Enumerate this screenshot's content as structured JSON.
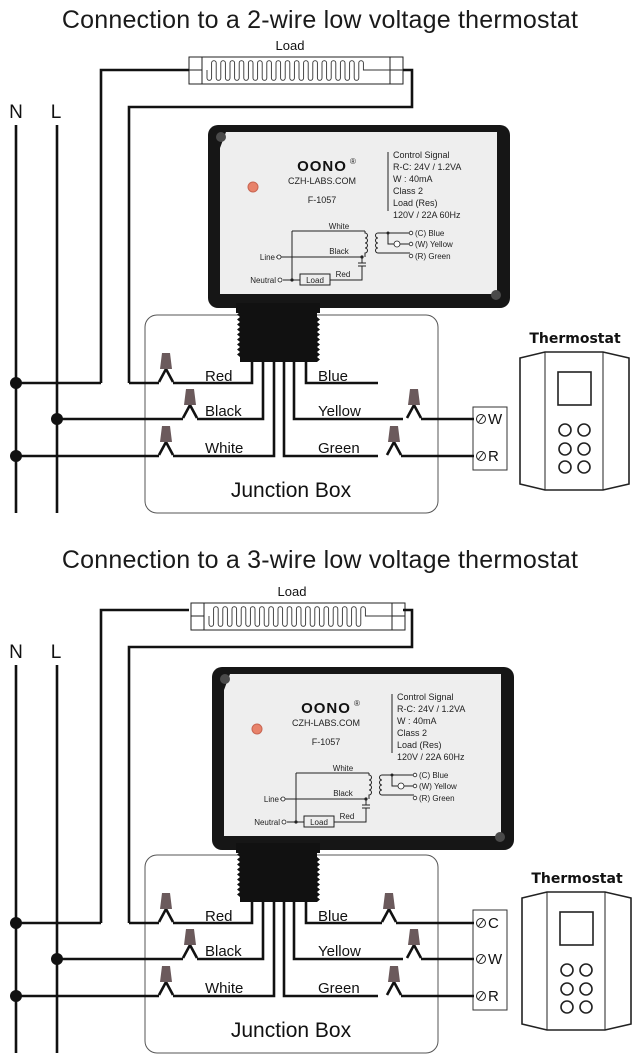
{
  "diagrams": [
    {
      "title": "Connection to a 2-wire low voltage thermostat",
      "load_label": "Load",
      "mains": {
        "n_label": "N",
        "l_label": "L"
      },
      "device": {
        "brand": "OONO",
        "registered": "®",
        "website": "CZH-LABS.COM",
        "model": "F-1057",
        "specs": [
          "Control Signal",
          "R-C: 24V / 1.2VA",
          "W   : 40mA",
          "Class 2",
          "Load  (Res)",
          "120V / 22A  60Hz"
        ],
        "schematic": {
          "white": "White",
          "black": "Black",
          "red": "Red",
          "line": "Line",
          "neutral": "Neutral",
          "load": "Load",
          "c_blue": "(C) Blue",
          "w_yellow": "(W) Yellow",
          "r_green": "(R) Green"
        }
      },
      "wires_left": [
        "Red",
        "Black",
        "White"
      ],
      "wires_right": [
        "Blue",
        "Yellow",
        "Green"
      ],
      "junction_box_label": "Junction Box",
      "thermostat_label": "Thermostat",
      "terminals": [
        "W",
        "R"
      ]
    },
    {
      "title": "Connection to a 3-wire low voltage thermostat",
      "load_label": "Load",
      "mains": {
        "n_label": "N",
        "l_label": "L"
      },
      "device": {
        "brand": "OONO",
        "registered": "®",
        "website": "CZH-LABS.COM",
        "model": "F-1057",
        "specs": [
          "Control Signal",
          "R-C: 24V / 1.2VA",
          "W   : 40mA",
          "Class 2",
          "Load  (Res)",
          "120V / 22A  60Hz"
        ],
        "schematic": {
          "white": "White",
          "black": "Black",
          "red": "Red",
          "line": "Line",
          "neutral": "Neutral",
          "load": "Load",
          "c_blue": "(C) Blue",
          "w_yellow": "(W) Yellow",
          "r_green": "(R) Green"
        }
      },
      "wires_left": [
        "Red",
        "Black",
        "White"
      ],
      "wires_right": [
        "Blue",
        "Yellow",
        "Green"
      ],
      "junction_box_label": "Junction Box",
      "thermostat_label": "Thermostat",
      "terminals": [
        "C",
        "W",
        "R"
      ]
    }
  ],
  "colors": {
    "led": "#e8826a",
    "wire_nut": "#6b5a5c",
    "device_body": "#161616",
    "device_face": "#eeeeee"
  }
}
